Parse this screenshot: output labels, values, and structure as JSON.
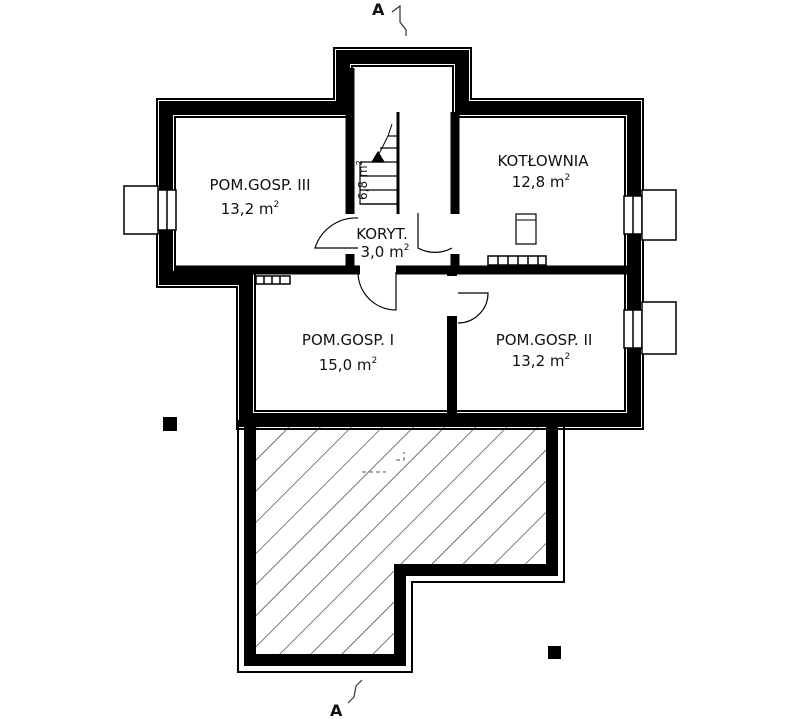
{
  "section_marker": "A",
  "area_unit": "m",
  "area_exp": "2",
  "rooms": [
    {
      "name": "POM.GOSP. III",
      "area": "13,2"
    },
    {
      "name": "KOTŁOWNIA",
      "area": "12,8"
    },
    {
      "name": "KORYT.",
      "area": "3,0"
    },
    {
      "name": "POM.GOSP. I",
      "area": "15,0"
    },
    {
      "name": "POM.GOSP. II",
      "area": "13,2"
    }
  ],
  "stair": {
    "area": "6,8",
    "unit": "m",
    "exp": "2"
  }
}
